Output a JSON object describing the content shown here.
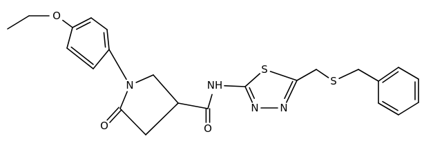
{
  "atoms": {
    "ether_oxygen": "O",
    "pyrrolidine_nitrogen": "N",
    "ketone_oxygen": "O",
    "amide_oxygen": "O",
    "amide_nh": "NH",
    "thiadiazole_sulfur": "S",
    "thiadiazole_n_left": "N",
    "thiadiazole_n_right": "N",
    "thioether_sulfur": "S"
  }
}
